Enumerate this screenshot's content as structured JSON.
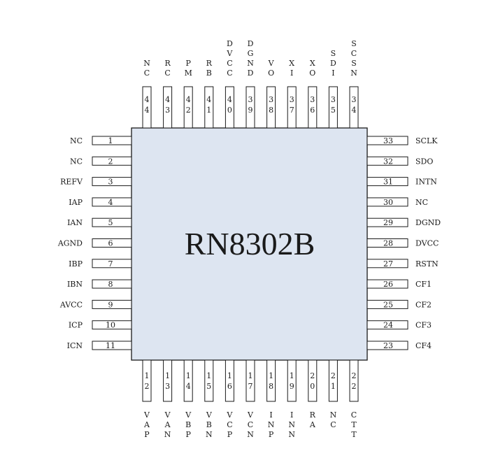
{
  "chip": {
    "name": "RN8302B",
    "body_fill": "#dde5f1",
    "outline": "#1a1a1a"
  },
  "pins": {
    "left": [
      {
        "num": "1",
        "name": "NC"
      },
      {
        "num": "2",
        "name": "NC"
      },
      {
        "num": "3",
        "name": "REFV"
      },
      {
        "num": "4",
        "name": "IAP"
      },
      {
        "num": "5",
        "name": "IAN"
      },
      {
        "num": "6",
        "name": "AGND"
      },
      {
        "num": "7",
        "name": "IBP"
      },
      {
        "num": "8",
        "name": "IBN"
      },
      {
        "num": "9",
        "name": "AVCC"
      },
      {
        "num": "10",
        "name": "ICP"
      },
      {
        "num": "11",
        "name": "ICN"
      }
    ],
    "bottom": [
      {
        "num": "12",
        "name": "VAP"
      },
      {
        "num": "13",
        "name": "VAN"
      },
      {
        "num": "14",
        "name": "VBP"
      },
      {
        "num": "15",
        "name": "VBN"
      },
      {
        "num": "16",
        "name": "VCP"
      },
      {
        "num": "17",
        "name": "VCN"
      },
      {
        "num": "18",
        "name": "INP"
      },
      {
        "num": "19",
        "name": "INN"
      },
      {
        "num": "20",
        "name": "RA"
      },
      {
        "num": "21",
        "name": "NC"
      },
      {
        "num": "22",
        "name": "CTT"
      }
    ],
    "right": [
      {
        "num": "33",
        "name": "SCLK"
      },
      {
        "num": "32",
        "name": "SDO"
      },
      {
        "num": "31",
        "name": "INTN"
      },
      {
        "num": "30",
        "name": "NC"
      },
      {
        "num": "29",
        "name": "DGND"
      },
      {
        "num": "28",
        "name": "DVCC"
      },
      {
        "num": "27",
        "name": "RSTN"
      },
      {
        "num": "26",
        "name": "CF1"
      },
      {
        "num": "25",
        "name": "CF2"
      },
      {
        "num": "24",
        "name": "CF3"
      },
      {
        "num": "23",
        "name": "CF4"
      }
    ],
    "top": [
      {
        "num": "44",
        "name": "NC"
      },
      {
        "num": "43",
        "name": "RC"
      },
      {
        "num": "42",
        "name": "PM"
      },
      {
        "num": "41",
        "name": "RB"
      },
      {
        "num": "40",
        "name": "DVCC"
      },
      {
        "num": "39",
        "name": "DGND"
      },
      {
        "num": "38",
        "name": "VO"
      },
      {
        "num": "37",
        "name": "XI"
      },
      {
        "num": "36",
        "name": "XO"
      },
      {
        "num": "35",
        "name": "SDI"
      },
      {
        "num": "34",
        "name": "SCSN"
      }
    ]
  }
}
